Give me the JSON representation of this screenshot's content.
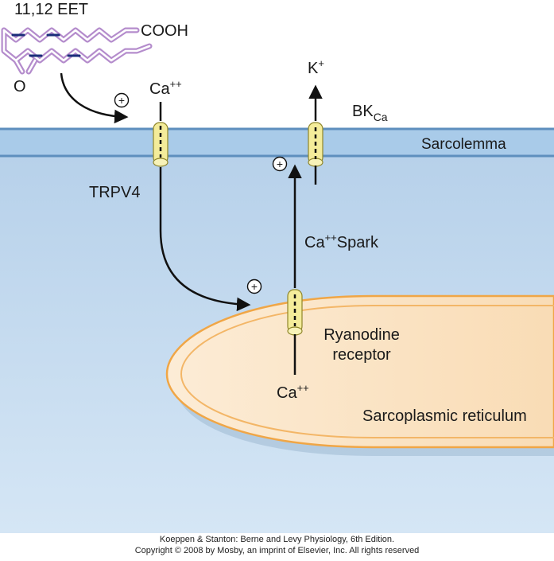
{
  "molecule": {
    "name": "11,12 EET",
    "acid_group": "COOH",
    "epoxide_oxygen": "O"
  },
  "labels": {
    "ca_top": "Ca",
    "ca_top_charge": "++",
    "potassium": "K",
    "potassium_charge": "+",
    "bk_channel": "BK",
    "bk_subscript": "Ca",
    "sarcolemma": "Sarcolemma",
    "trpv4": "TRPV4",
    "spark_prefix": "Ca",
    "spark_charge": "++",
    "spark_suffix": "Spark",
    "ryanodine_line1": "Ryanodine",
    "ryanodine_line2": "receptor",
    "ca_bottom": "Ca",
    "ca_bottom_charge": "++",
    "sarcoplasmic_reticulum": "Sarcoplasmic reticulum",
    "plus_sign": "+"
  },
  "footer": {
    "line1": "Koeppen & Stanton: Berne and Levy Physiology, 6th Edition.",
    "line2": "Copyright © 2008 by Mosby, an imprint of Elsevier, Inc. All rights reserved"
  },
  "colors": {
    "cytoplasm": "#c6dcef",
    "membrane": "#a9cbe9",
    "membrane_line": "#5e8fbe",
    "sr_fill": "#fbe3c2",
    "sr_outline": "#f0a646",
    "channel": "#f4ec9a",
    "molecule": "#b48ccc"
  }
}
